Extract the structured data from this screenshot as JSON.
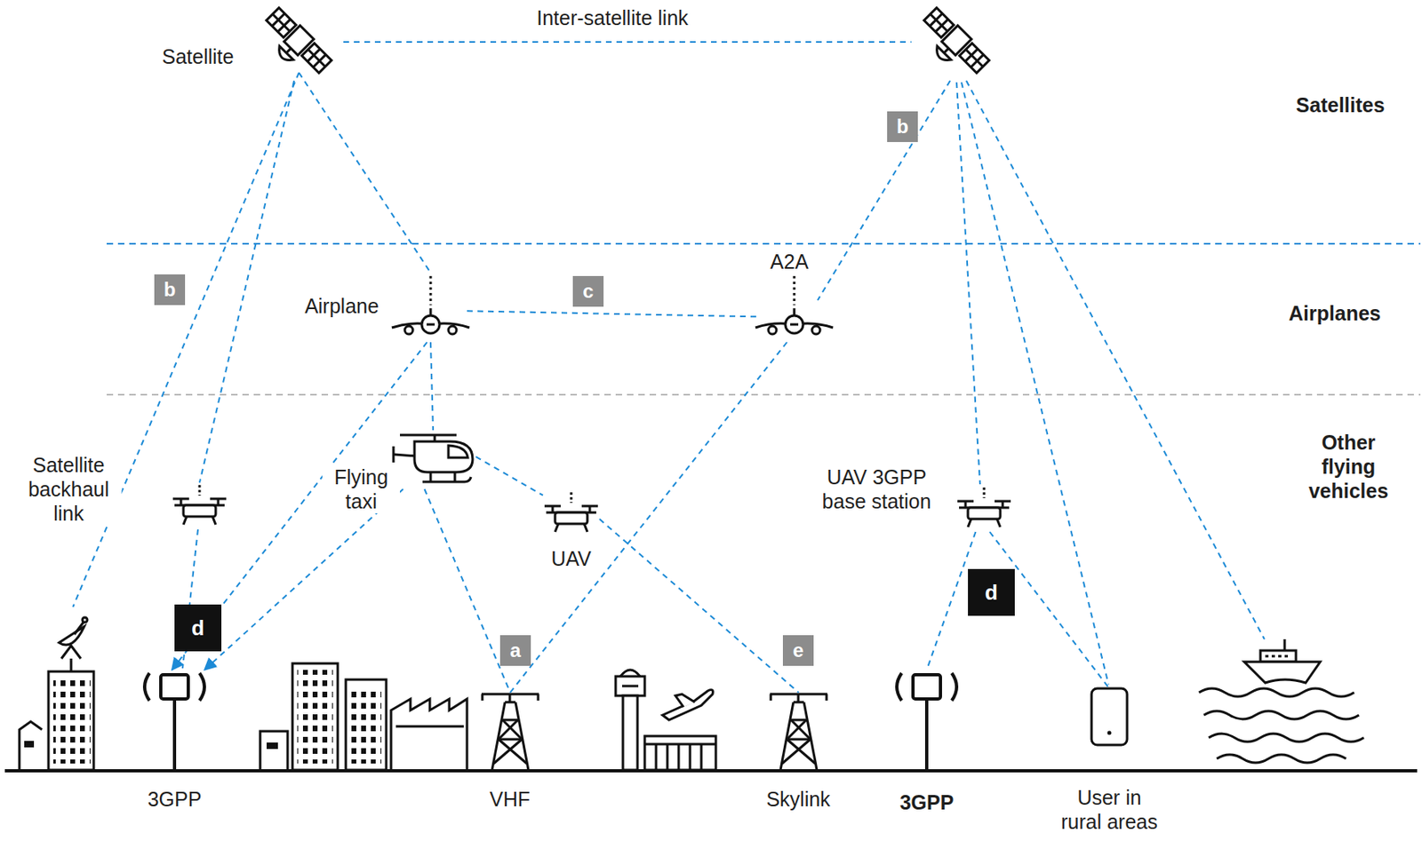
{
  "diagram": {
    "nodes": [
      {
        "text": [
          "Satellite"
        ]
      },
      {
        "text": [
          "Airplane"
        ]
      },
      {
        "text": [
          "A2A"
        ]
      },
      {
        "text": [
          "Satellite backhaul link"
        ]
      },
      {
        "text": [
          "Flying taxi"
        ]
      },
      {
        "text": [
          "UAV 3GPP base station"
        ]
      },
      {
        "text": [
          "UAV"
        ]
      },
      {
        "text": [
          "3GPP"
        ]
      },
      {
        "text": [
          "VHF"
        ]
      },
      {
        "text": [
          "Skylink"
        ]
      },
      {
        "text": [
          "3GPP"
        ]
      },
      {
        "text": [
          "User in rural areas"
        ]
      }
    ],
    "edges": [
      {
        "from": 0,
        "to": 3,
        "arrow": "none"
      },
      {
        "from": 0,
        "to": 1,
        "arrow": "none"
      },
      {
        "from": 1,
        "to": 2,
        "arrow": "none"
      },
      {
        "from": 1,
        "to": 4,
        "arrow": "none"
      },
      {
        "from": 1,
        "to": 7,
        "arrow": "to"
      },
      {
        "from": 4,
        "to": 7,
        "arrow": "to"
      },
      {
        "from": 4,
        "to": 8,
        "arrow": "none"
      },
      {
        "from": 4,
        "to": 6,
        "arrow": "none"
      },
      {
        "from": 6,
        "to": 9,
        "arrow": "none"
      },
      {
        "from": 2,
        "to": 8,
        "arrow": "none"
      },
      {
        "from": 5,
        "to": 10,
        "arrow": "none"
      },
      {
        "from": 5,
        "to": 11,
        "arrow": "none"
      }
    ],
    "labels": [
      "Inter-satellite link",
      "Satellites",
      "Airplanes",
      "Other flying vehicles",
      "b",
      "b",
      "c",
      "d",
      "d",
      "a",
      "e"
    ]
  }
}
